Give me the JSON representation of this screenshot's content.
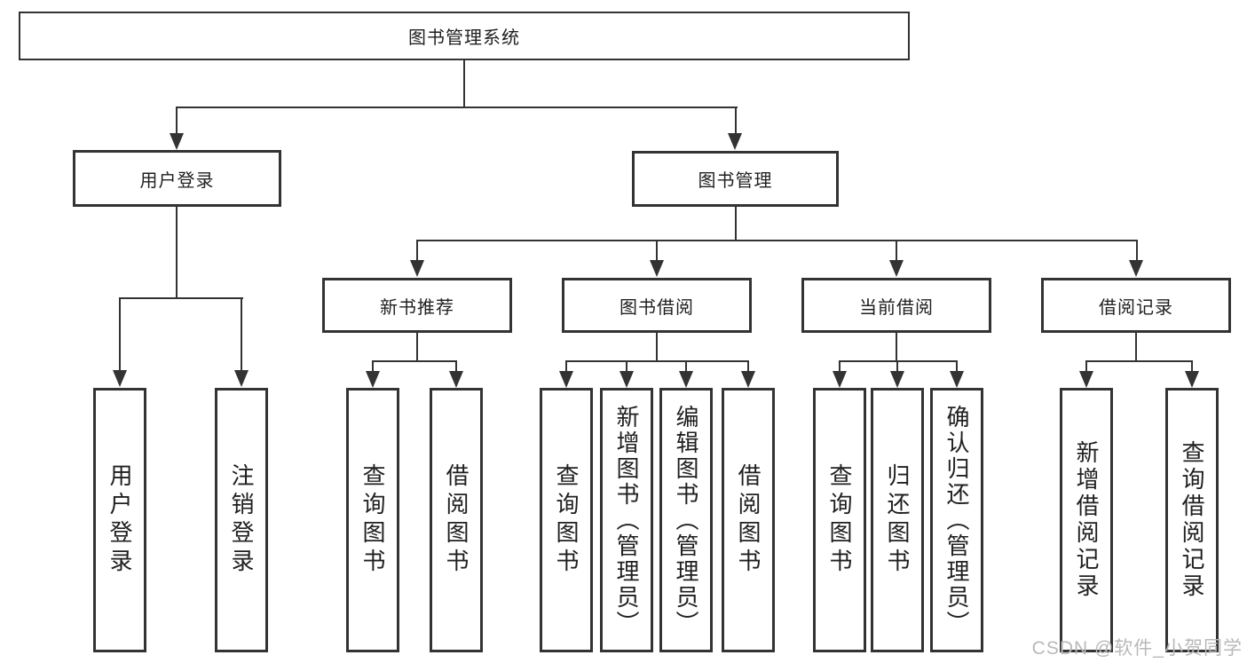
{
  "diagram": {
    "title_node": "图书管理系统",
    "root": {
      "label": "图书管理系统"
    },
    "branches": [
      {
        "label": "用户登录",
        "children": [
          {
            "label": "用户登录"
          },
          {
            "label": "注销登录"
          }
        ]
      },
      {
        "label": "图书管理",
        "children": [
          {
            "label": "新书推荐",
            "children": [
              {
                "label": "查询图书"
              },
              {
                "label": "借阅图书"
              }
            ]
          },
          {
            "label": "图书借阅",
            "children": [
              {
                "label": "查询图书"
              },
              {
                "label": "新增图书（管理员）"
              },
              {
                "label": "编辑图书（管理员）"
              },
              {
                "label": "借阅图书"
              }
            ]
          },
          {
            "label": "当前借阅",
            "children": [
              {
                "label": "查询图书"
              },
              {
                "label": "归还图书"
              },
              {
                "label": "确认归还（管理员）"
              }
            ]
          },
          {
            "label": "借阅记录",
            "children": [
              {
                "label": "新增借阅记录"
              },
              {
                "label": "查询借阅记录"
              }
            ]
          }
        ]
      }
    ]
  },
  "watermark": {
    "text": "CSDN @软件_小贺同学"
  },
  "colors": {
    "line": "#333333",
    "text": "#1f1f1f",
    "watermark": "#b9b9b9",
    "background": "#ffffff"
  }
}
